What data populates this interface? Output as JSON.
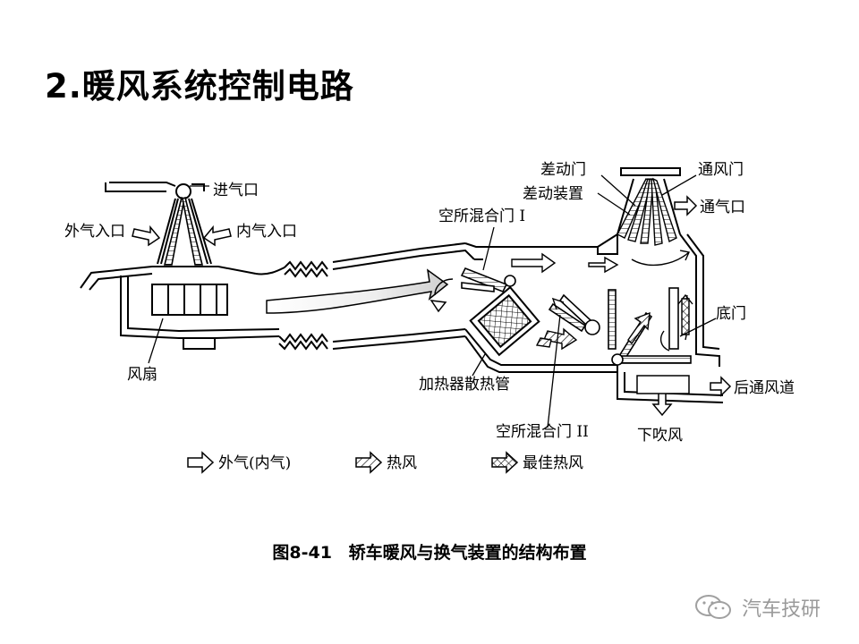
{
  "title": "2.暖风系统控制电路",
  "labels": {
    "intake": "进气口",
    "outside_in": "外气入口",
    "inside_in": "内气入口",
    "fan": "风扇",
    "mix_door_1": "空所混合门 I",
    "heater_core": "加热器散热管",
    "mix_door_2": "空所混合门 II",
    "diff_door": "差动门",
    "diff_device": "差动装置",
    "vent_door": "通风门",
    "vent_port": "通气口",
    "bottom_door": "底门",
    "rear_duct": "后通风道",
    "down_blow": "下吹风"
  },
  "legend": [
    {
      "label": "外气(内气)",
      "icon": "outline-arrow"
    },
    {
      "label": "热风",
      "icon": "hatched-arrow"
    },
    {
      "label": "最佳热风",
      "icon": "cross-hatched-arrow"
    }
  ],
  "caption": {
    "number": "图8-41",
    "text": "轿车暖风与换气装置的结构布置"
  },
  "watermark": "汽车技研"
}
